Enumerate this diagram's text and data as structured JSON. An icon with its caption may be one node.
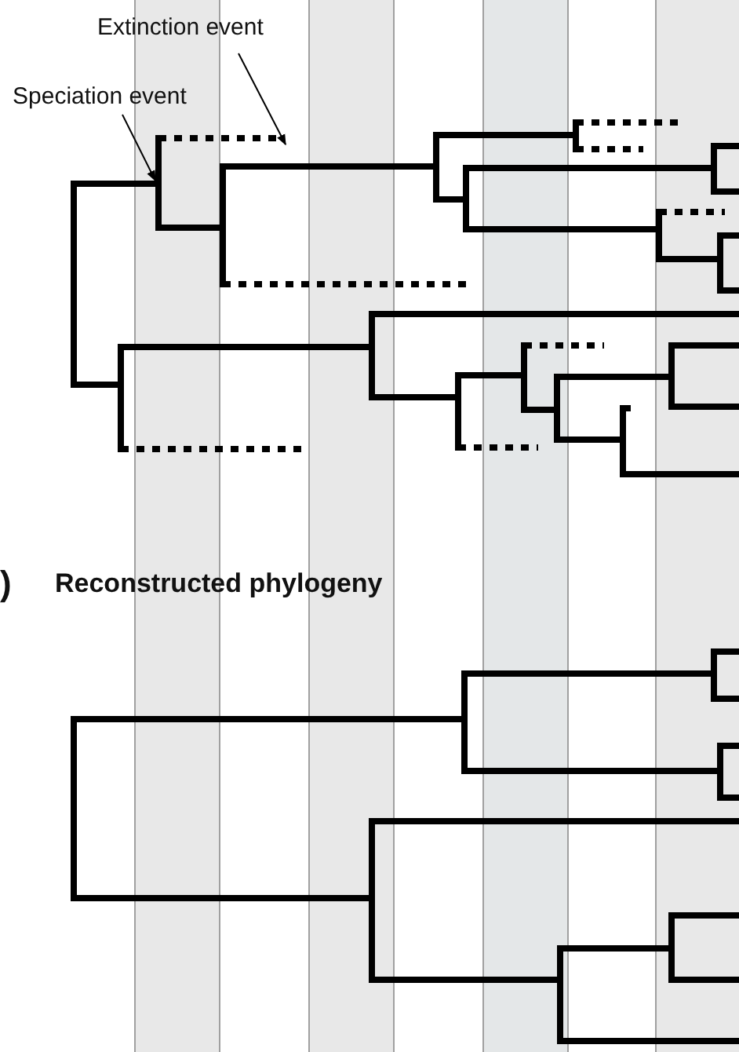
{
  "diagram": {
    "nodes": [
      {
        "text": [
          "Extinction event"
        ]
      },
      {
        "text": [
          "Speciation event"
        ]
      }
    ],
    "edges": [
      {
        "from": 0,
        "to": null,
        "arrow": "to"
      },
      {
        "from": 1,
        "to": null,
        "arrow": "to"
      }
    ],
    "labels": [
      ")",
      "Reconstructed phylogeny"
    ]
  }
}
